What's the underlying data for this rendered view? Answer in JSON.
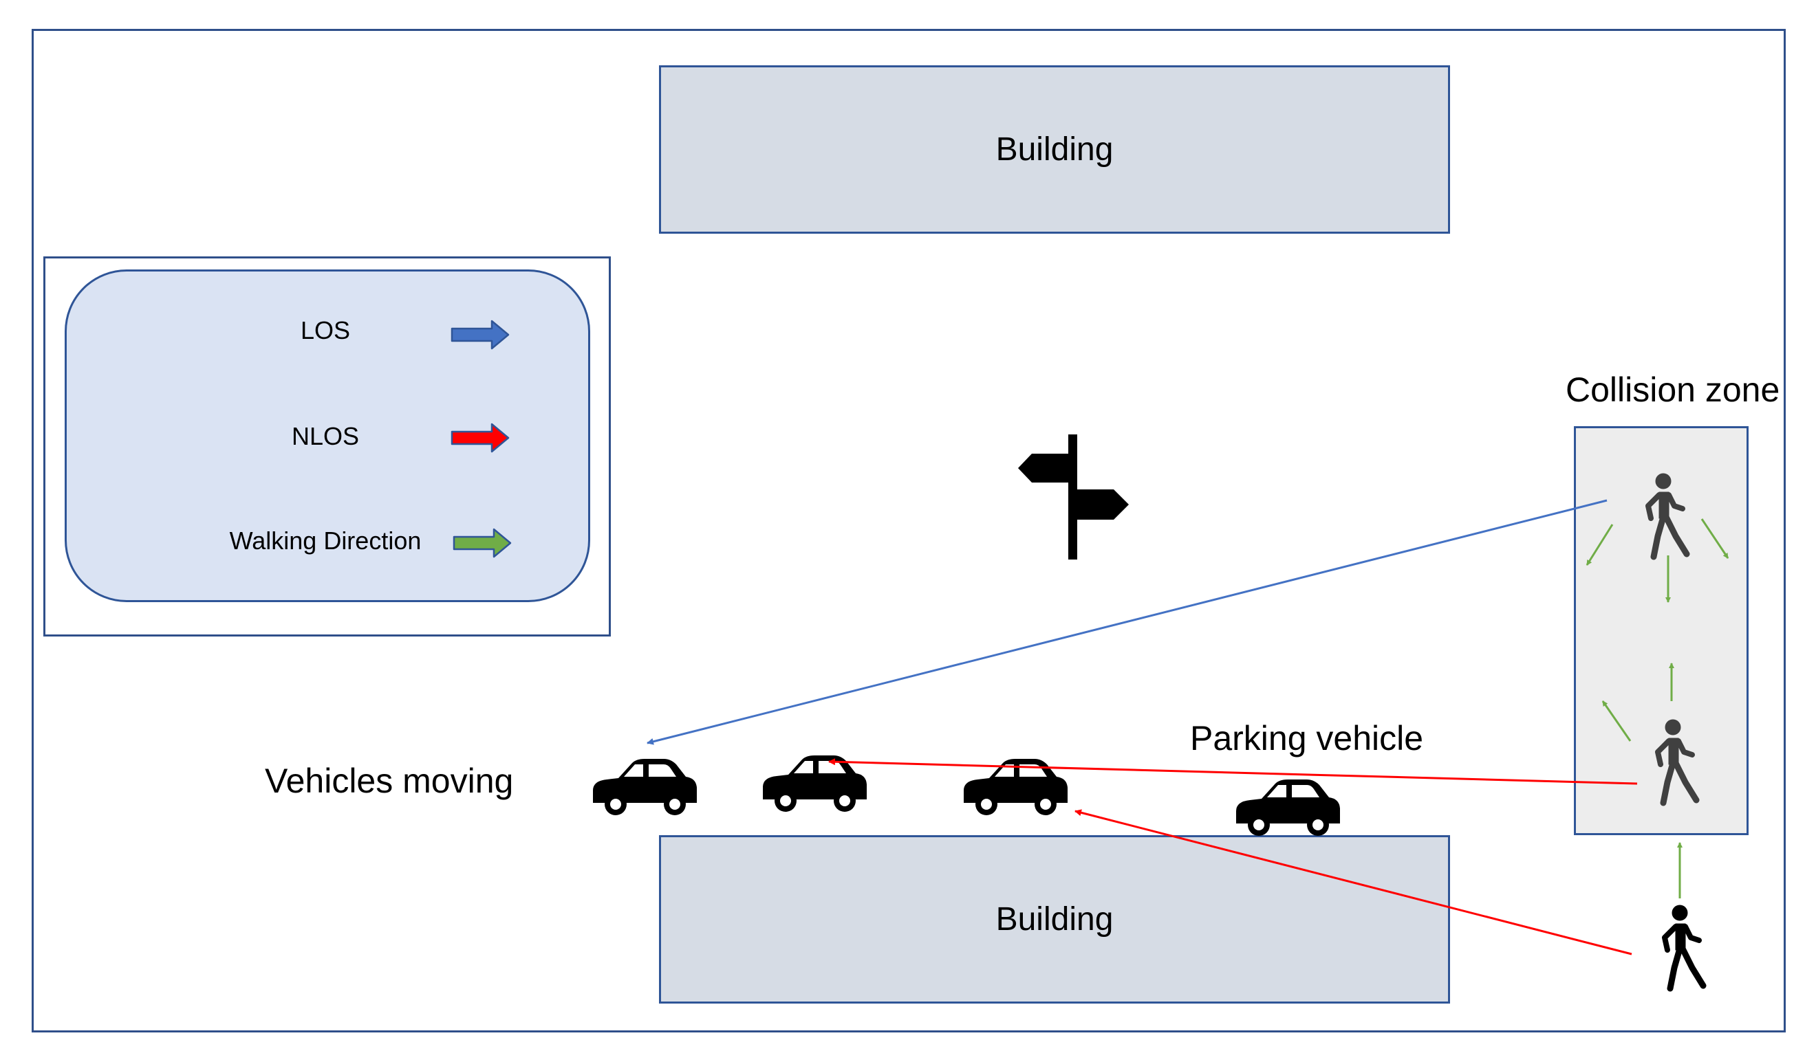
{
  "buildings": {
    "top_label": "Building",
    "bottom_label": "Building"
  },
  "legend": {
    "items": [
      {
        "label": "LOS",
        "color": "#4472c4"
      },
      {
        "label": "NLOS",
        "color": "#ff0000"
      },
      {
        "label": "Walking Direction",
        "color": "#70ad47"
      }
    ]
  },
  "labels": {
    "collision_zone": "Collision zone",
    "parking_vehicle": "Parking vehicle",
    "vehicles_moving": "Vehicles moving"
  },
  "colors": {
    "los": "#4472c4",
    "nlos": "#ff0000",
    "walking": "#70ad47",
    "building_fill": "#d6dce5",
    "border": "#2f5597",
    "zone_fill": "#ededed",
    "pedestrian_zone": "#404040",
    "pedestrian_outside": "#000000",
    "car": "#000000"
  }
}
